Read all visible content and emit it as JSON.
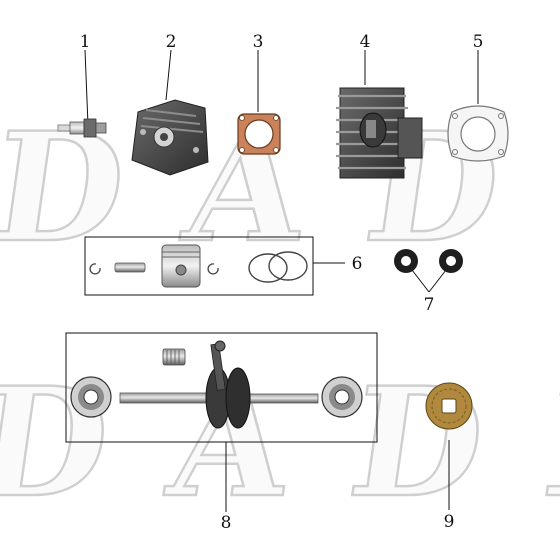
{
  "watermark": "DADE",
  "callouts": {
    "n1": "1",
    "n2": "2",
    "n3": "3",
    "n4": "4",
    "n5": "5",
    "n6": "6",
    "n7": "7",
    "n8": "8",
    "n9": "9"
  },
  "colors": {
    "line": "#111111",
    "metal_dark": "#4a4a4a",
    "metal_light": "#c8c8c8",
    "gasket_copper": "#c9825a",
    "gear_bronze": "#b0893e",
    "watermark_stroke": "#cfcfcf"
  }
}
